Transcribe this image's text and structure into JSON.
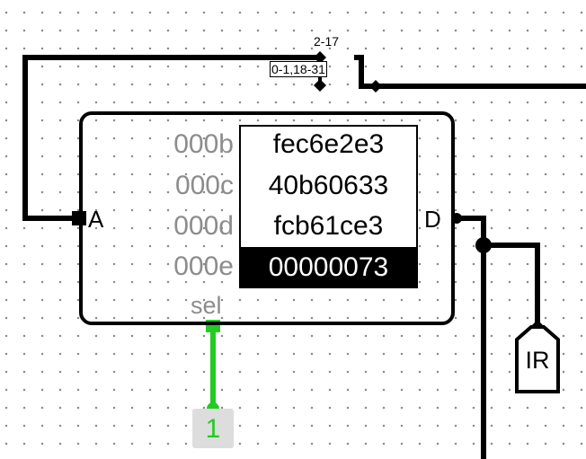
{
  "rom": {
    "rows": [
      {
        "address": "000b",
        "value": "fec6e2e3"
      },
      {
        "address": "000c",
        "value": "40b60633"
      },
      {
        "address": "000d",
        "value": "fcb61ce3"
      },
      {
        "address": "000e",
        "value": "00000073"
      }
    ],
    "selected_row": 3,
    "port_a": "A",
    "port_d": "D",
    "sel_label": "sel"
  },
  "splitter": {
    "top_label": "2-17",
    "bottom_label": "0-1,18-31"
  },
  "tunnel": {
    "label": "IR"
  },
  "input_pin": {
    "value": "1"
  },
  "colors": {
    "wire": "#000000",
    "active_wire": "#22cc22",
    "muted_text": "#8c8c8c"
  }
}
